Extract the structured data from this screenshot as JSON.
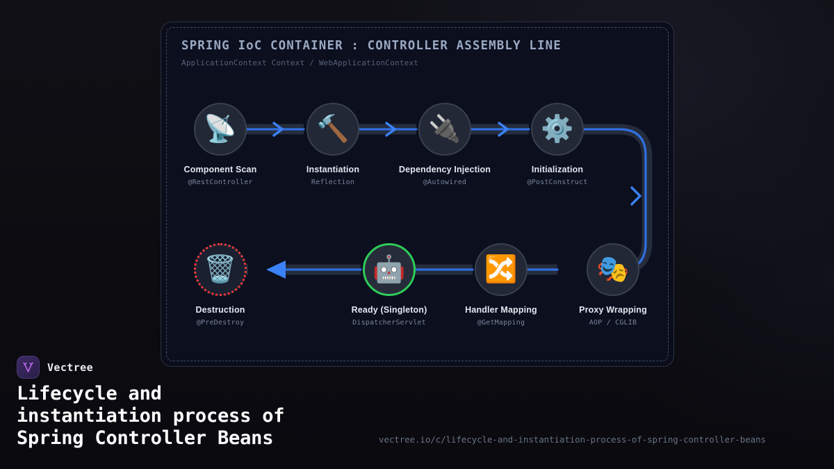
{
  "theme": {
    "background": "#0d0d12",
    "panel_bg": "#0b0f1e",
    "panel_border": "#2a3144",
    "dashed_border": "#41506b",
    "wire_blue": "#2f6fe0",
    "wire_track": "#252c3c",
    "accent_green": "#2ecc58",
    "accent_red": "#ef3b3b",
    "brand_purple": "#c06cf0"
  },
  "panel": {
    "title": "SPRING IoC CONTAINER : CONTROLLER ASSEMBLY LINE",
    "subtitle": "ApplicationContext Context / WebApplicationContext"
  },
  "nodes": [
    {
      "id": "component-scan",
      "icon": "📡",
      "icon_name": "satellite-antenna-icon",
      "label": "Component Scan",
      "sub": "@RestController",
      "ring": "default"
    },
    {
      "id": "instantiation",
      "icon": "🔨",
      "icon_name": "hammer-icon",
      "label": "Instantiation",
      "sub": "Reflection",
      "ring": "default"
    },
    {
      "id": "dependency-injection",
      "icon": "🔌",
      "icon_name": "electric-plug-icon",
      "label": "Dependency Injection",
      "sub": "@Autowired",
      "ring": "default"
    },
    {
      "id": "initialization",
      "icon": "⚙️",
      "icon_name": "gear-icon",
      "label": "Initialization",
      "sub": "@PostConstruct",
      "ring": "default"
    },
    {
      "id": "proxy-wrapping",
      "icon": "🎭",
      "icon_name": "performing-arts-masks-icon",
      "label": "Proxy Wrapping",
      "sub": "AOP / CGLIB",
      "ring": "default"
    },
    {
      "id": "handler-mapping",
      "icon": "🔀",
      "icon_name": "shuffle-arrows-icon",
      "label": "Handler Mapping",
      "sub": "@GetMapping",
      "ring": "default"
    },
    {
      "id": "ready-singleton",
      "icon": "🤖",
      "icon_name": "robot-icon",
      "label": "Ready (Singleton)",
      "sub": "DispatcherServlet",
      "ring": "green"
    },
    {
      "id": "destruction",
      "icon": "🗑️",
      "icon_name": "wastebasket-icon",
      "label": "Destruction",
      "sub": "@PreDestroy",
      "ring": "red-dotted"
    }
  ],
  "brand": {
    "name": "Vectree",
    "logo_icon": "vectree-tree-logo-icon"
  },
  "footer": {
    "headline": "Lifecycle and\ninstantiation process of\nSpring Controller Beans",
    "url": "vectree.io/c/lifecycle-and-instantiation-process-of-spring-controller-beans"
  }
}
